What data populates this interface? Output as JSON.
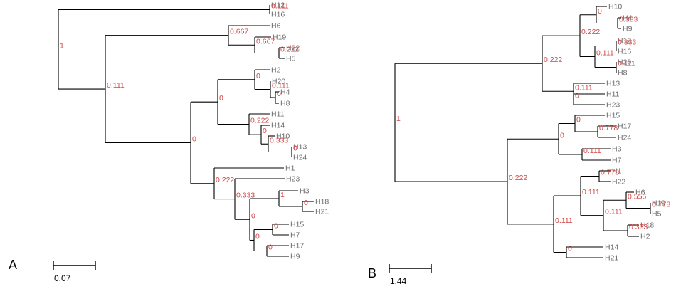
{
  "panels": [
    {
      "id": "A",
      "letter": "A",
      "scale_label": "0.07",
      "leaves": [
        "H12",
        "H16",
        "H6",
        "H19",
        "H22",
        "H5",
        "H2",
        "H20",
        "H4",
        "H8",
        "H11",
        "H14",
        "H10",
        "H13",
        "H24",
        "H1",
        "H23",
        "H3",
        "H18",
        "H21",
        "H15",
        "H7",
        "H17",
        "H9"
      ],
      "support_values": [
        "1",
        "0.111",
        "0.111",
        "0.667",
        "0.667",
        "0.222",
        "0",
        "0",
        "0",
        "0.111",
        "0",
        "0.222",
        "0",
        "0.333",
        "0",
        "0.222",
        "0.333",
        "0",
        "1",
        "0"
      ]
    },
    {
      "id": "B",
      "letter": "B",
      "scale_label": "1.44",
      "leaves": [
        "H10",
        "H4",
        "H9",
        "H12",
        "H16",
        "H20",
        "H8",
        "H13",
        "H11",
        "H23",
        "H15",
        "H17",
        "H24",
        "H3",
        "H7",
        "H1",
        "H22",
        "H6",
        "H19",
        "H5",
        "H18",
        "H2",
        "H14",
        "H21"
      ],
      "support_values": [
        "1",
        "0.222",
        "0.222",
        "0",
        "0.111",
        "0.333",
        "0",
        "0.111",
        "0.111",
        "0",
        "0.222",
        "0",
        "0.778",
        "0",
        "0.111",
        "0.111",
        "0.778",
        "0.111",
        "0.556",
        "0.778",
        "0.333",
        "0"
      ]
    }
  ]
}
